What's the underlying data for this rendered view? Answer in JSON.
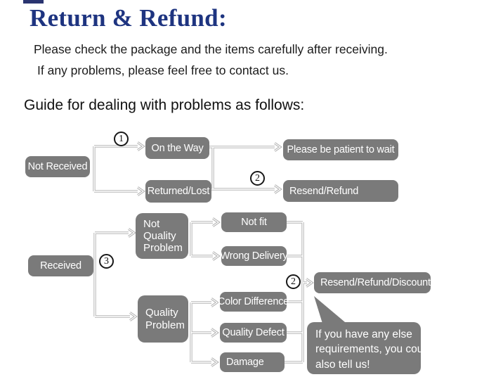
{
  "header": {
    "title": "Return & Refund:",
    "line1": "Please check the package and the items carefully after receiving.",
    "line2": "If any problems, please feel free to contact us.",
    "guide": "Guide for dealing with problems as follows:"
  },
  "colors": {
    "title_navy": "#1e3480",
    "box_gray": "#7a7a7a",
    "connector_gray": "#b7b7b7",
    "text_white": "#ffffff",
    "body_text": "#1b1b1b"
  },
  "steps": {
    "one": "1",
    "two": "2",
    "three": "3"
  },
  "flow": {
    "not_received": "Not Received",
    "on_the_way": "On the Way",
    "returned_lost": "Returned/Lost",
    "please_wait": "Please be patient to wait",
    "resend_refund": "Resend/Refund",
    "received": "Received",
    "not_quality_lines": [
      "Not",
      "Quality",
      "Problem"
    ],
    "not_fit": "Not fit",
    "wrong_delivery": "Wrong Delivery",
    "quality_lines": [
      "Quality",
      "Problem"
    ],
    "color_difference": "Color Difference",
    "quality_defect": "Quality Defect",
    "damage": "Damage",
    "resend_refund_discount": "Resend/Refund/Discount",
    "bubble_lines": [
      "If you have any else",
      "requirements, you could",
      "also tell us!"
    ]
  }
}
